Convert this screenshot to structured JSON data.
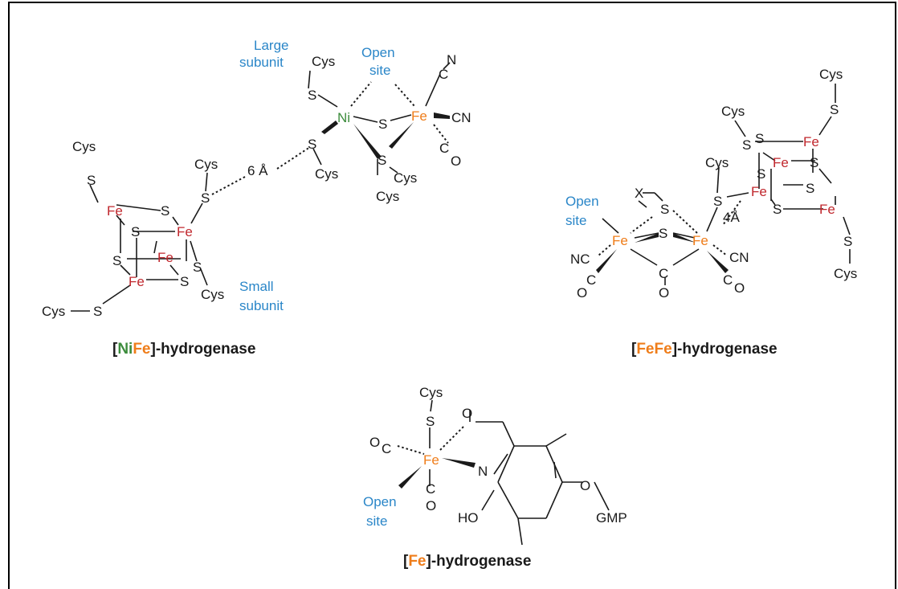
{
  "atoms": {
    "fe": "Fe",
    "ni": "Ni",
    "s": "S",
    "cys": "Cys",
    "c": "C",
    "n": "N",
    "o": "O",
    "cn": "CN",
    "nc": "NC",
    "x": "X",
    "ho": "HO",
    "gmp": "GMP"
  },
  "labels": {
    "large_subunit": [
      "Large",
      "subunit"
    ],
    "small_subunit": [
      "Small",
      "subunit"
    ],
    "open_site": [
      "Open",
      "site"
    ],
    "distance_6": "6 Å",
    "distance_4": "4Å"
  },
  "titles": {
    "nife": {
      "bracket_open": "[",
      "ni": "Ni",
      "fe": "Fe",
      "rest": "]-hydrogenase"
    },
    "fefe": {
      "bracket_open": "[",
      "fe": "FeFe",
      "rest": "]-hydrogenase"
    },
    "fe": {
      "bracket_open": "[",
      "fe": "Fe",
      "rest": "]-hydrogenase"
    }
  },
  "colors": {
    "cluster_fe": "#c0272d",
    "active_fe": "#ef7d1a",
    "nickel": "#3c8c3c",
    "annotation_blue": "#2a86c8",
    "bond": "#1a1a1a"
  }
}
